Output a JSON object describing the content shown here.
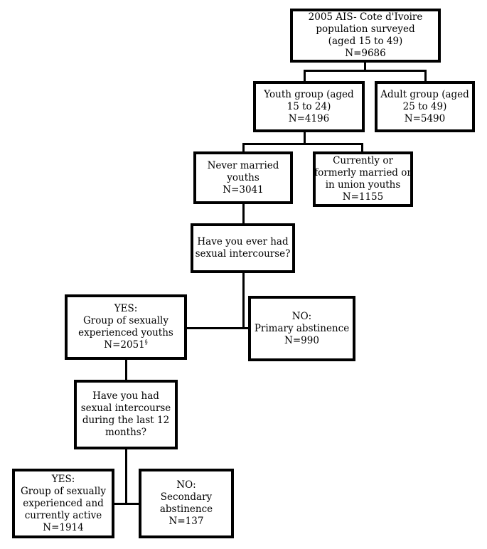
{
  "nodes": {
    "survey": {
      "lines": [
        "2005 AIS- Cote d'Ivoire",
        "population surveyed",
        "(aged 15 to 49)",
        "N=9686"
      ]
    },
    "youth": {
      "lines": [
        "Youth group (aged",
        "15 to 24)",
        "N=4196"
      ]
    },
    "adult": {
      "lines": [
        "Adult group (aged",
        "25 to 49)",
        "N=5490"
      ]
    },
    "never_married": {
      "lines": [
        "Never married",
        "youths",
        "N=3041"
      ]
    },
    "married": {
      "lines": [
        "Currently or",
        "formerly married or",
        "in union youths",
        "N=1155"
      ]
    },
    "question1": {
      "lines": [
        "Have  you ever had",
        "sexual intercourse?"
      ]
    },
    "yes1": {
      "lines": [
        "YES:",
        "Group of sexually",
        "experienced youths"
      ],
      "count": "N=2051",
      "footnote_mark": "§"
    },
    "no1": {
      "lines": [
        "NO:",
        "Primary abstinence",
        "N=990"
      ]
    },
    "question2": {
      "lines": [
        "Have you had",
        "sexual intercourse",
        "during the last 12",
        "months?"
      ]
    },
    "yes2": {
      "lines": [
        "YES:",
        "Group of sexually",
        "experienced and",
        "currently active",
        "N=1914"
      ]
    },
    "no2": {
      "lines": [
        "NO:",
        "Secondary",
        "abstinence",
        "N=137"
      ]
    }
  }
}
